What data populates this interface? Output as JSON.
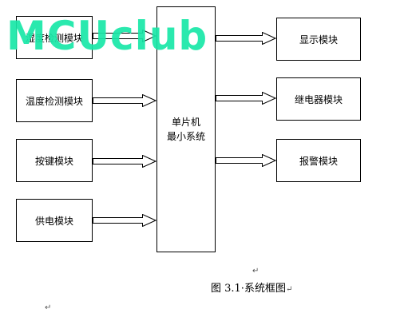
{
  "watermark": "MCUclub",
  "inputs": [
    "温度检测模块",
    "按键模块",
    "供电模块"
  ],
  "input_obscured": "湿度检测模块",
  "center": {
    "line1": "单片机",
    "line2": "最小系统"
  },
  "outputs": [
    "显示模块",
    "继电器模块",
    "报警模块"
  ],
  "caption": "图 3.1·系统框图",
  "return_mark": "↵"
}
